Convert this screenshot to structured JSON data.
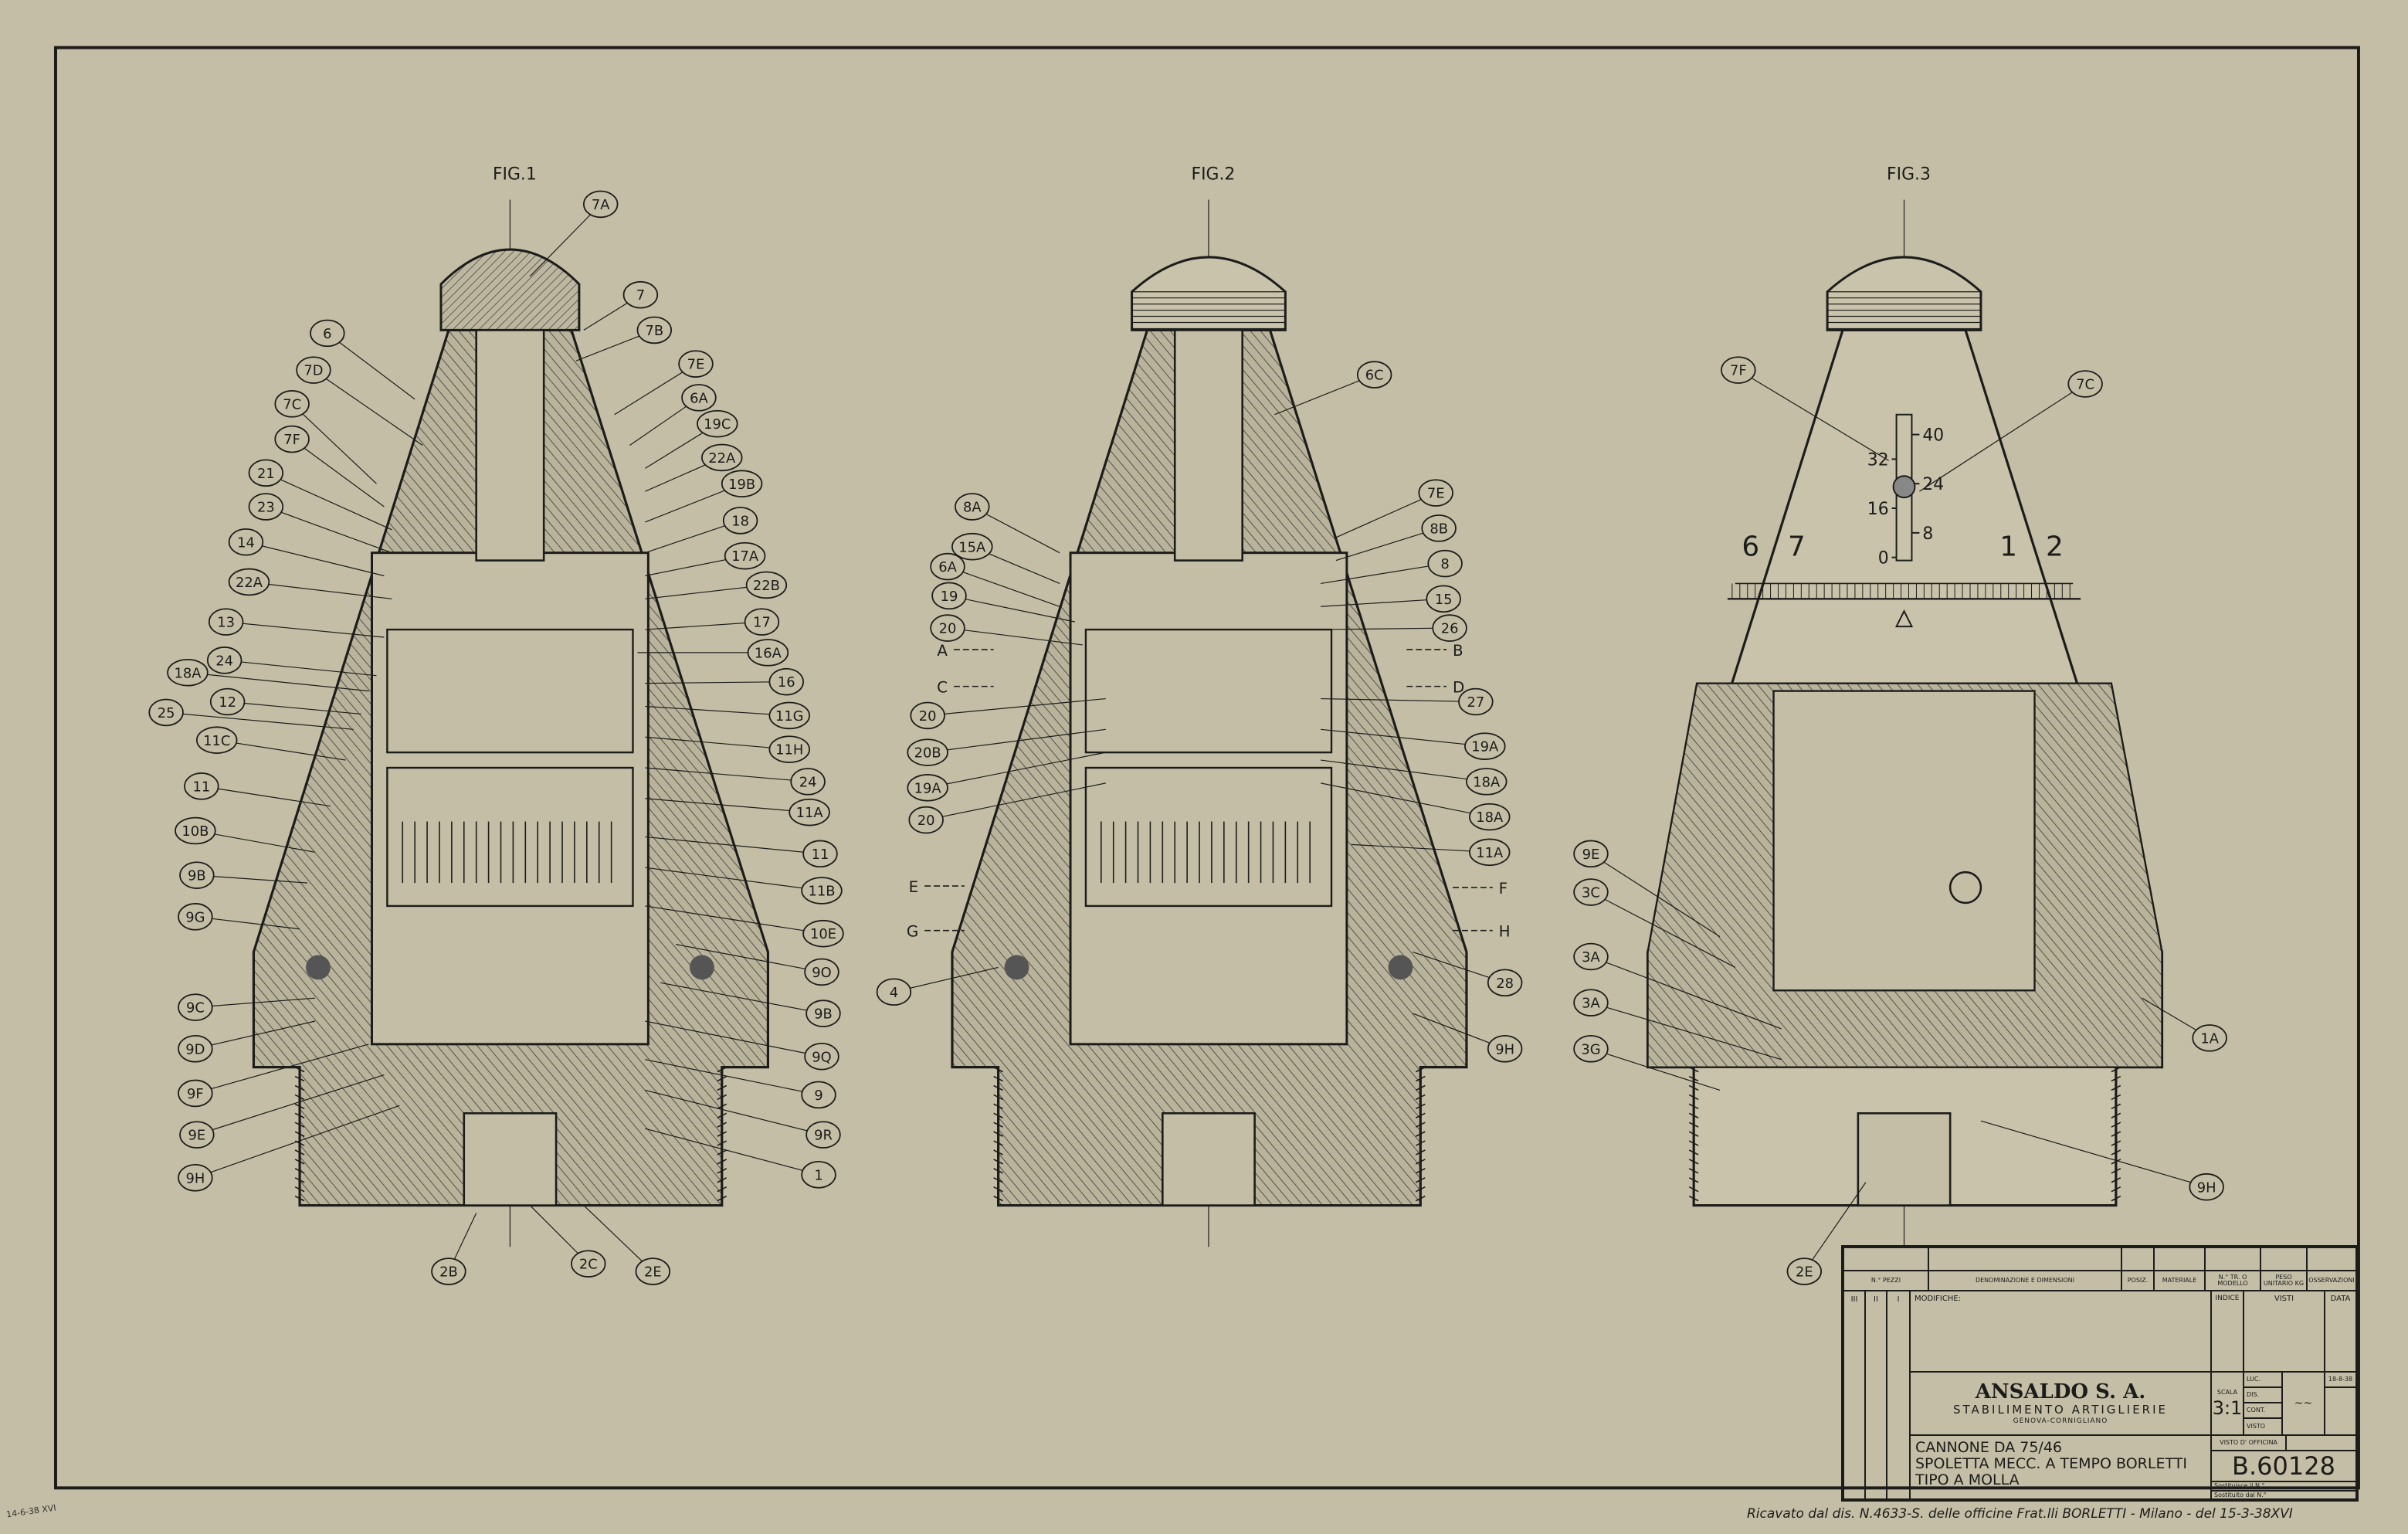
{
  "figures": [
    {
      "label": "FIG.1",
      "callouts": [
        "6",
        "7D",
        "7C",
        "7F",
        "21",
        "23",
        "14",
        "22A",
        "13",
        "24",
        "18A",
        "12",
        "25",
        "11C",
        "11",
        "10B",
        "9B",
        "9G",
        "9C",
        "9D",
        "9F",
        "9E",
        "9H",
        "7A",
        "7",
        "7B",
        "7E",
        "6A",
        "19C",
        "22A",
        "19B",
        "18",
        "17A",
        "22B",
        "17",
        "16A",
        "16",
        "11G",
        "11H",
        "24",
        "11A",
        "11",
        "11B",
        "10E",
        "9O",
        "9B",
        "9Q",
        "9",
        "9R",
        "1",
        "2B",
        "2C",
        "2E"
      ]
    },
    {
      "label": "FIG.2",
      "callouts": [
        "8A",
        "15A",
        "6A",
        "19",
        "20",
        "20",
        "20B",
        "19A",
        "20",
        "4",
        "6C",
        "7E",
        "8B",
        "8",
        "15",
        "26",
        "27",
        "19A",
        "18A",
        "18A",
        "11A",
        "28",
        "9H"
      ],
      "section_letters": [
        "A",
        "C",
        "E",
        "G",
        "B",
        "D",
        "F",
        "H"
      ]
    },
    {
      "label": "FIG.3",
      "callouts": [
        "7F",
        "7C",
        "9E",
        "3C",
        "3A",
        "3A",
        "3G",
        "1A",
        "9H",
        "2E"
      ],
      "scale_marks": [
        "40",
        "32",
        "24",
        "16",
        "8",
        "0"
      ],
      "ring_digits": [
        "6",
        "7",
        "1",
        "2"
      ]
    }
  ],
  "title_block": {
    "headers": [
      "N.° PEZZI",
      "DENOMINAZIONE E DIMENSIONI",
      "POSIZ.",
      "MATERIALE",
      "N.° TR. O MODELLO",
      "PESO UNITARIO KG",
      "OSSERVAZIONI"
    ],
    "mod_cols": [
      "III",
      "II",
      "I"
    ],
    "modifiche": "MODIFICHE:",
    "indice": "INDICE",
    "visti": "VISTI",
    "data": "DATA",
    "company": "ANSALDO S. A.",
    "division": "STABILIMENTO ARTIGLIERIE",
    "location": "GENOVA-CORNIGLIANO",
    "scala_label": "SCALA",
    "scale": "3:1",
    "sign_rows": [
      "LUC.",
      "DIS.",
      "CONT.",
      "VISTO"
    ],
    "sign_date": "18-8-38",
    "visto_officina": "VISTO D' OFFICINA",
    "title_lines": [
      "CANNONE DA 75/46",
      "SPOLETTA MECC. A TEMPO BORLETTI",
      "TIPO A MOLLA"
    ],
    "drawing_number": "B.60128",
    "sostituisce": "Sostituisce il N.°",
    "sostituito": "Sostituito dal N.°"
  },
  "footer_note": "Ricavato dal dis. N.4633-S. delle officine Frat.lli BORLETTI - Milano - del 15-3-38XVI",
  "corner_stamp": "14-6-38 XVI",
  "colors": {
    "paper": "#c4bea6",
    "ink": "#1c1c1a"
  }
}
